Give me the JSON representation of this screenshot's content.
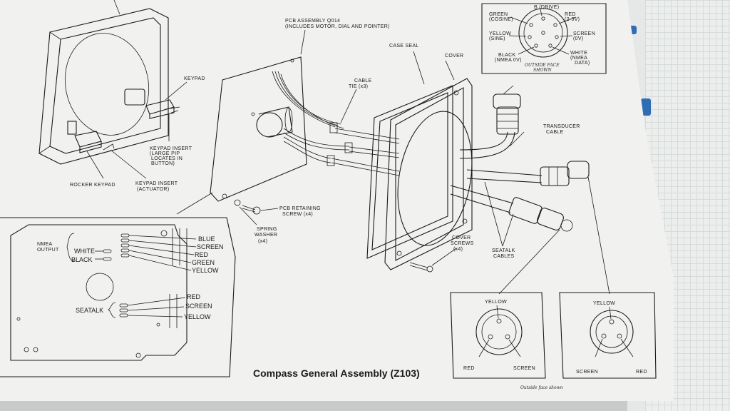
{
  "diagram": {
    "caption": "Compass General Assembly (Z103)",
    "callouts": {
      "pcb_assembly": [
        "PCB ASSEMBLY Q014",
        "(INCLUDES MOTOR, DIAL AND POINTER)"
      ],
      "keypad": "KEYPAD",
      "case_seal": "CASE SEAL",
      "cover": "COVER",
      "cable_tie": [
        "CABLE",
        "TIE (x3)"
      ],
      "keypad_insert_large": [
        "KEYPAD INSERT",
        "(LARGE PIP",
        "LOCATES IN",
        "BUTTON)"
      ],
      "rocker_keypad": "ROCKER KEYPAD",
      "keypad_insert_actuator": [
        "KEYPAD INSERT",
        "(ACTUATOR)"
      ],
      "pcb_retaining_screw": [
        "PCB RETAINING",
        "SCREW (x4)"
      ],
      "spring_washer": [
        "SPRING",
        "WASHER",
        "(x4)"
      ],
      "transducer_cable": [
        "TRANSDUCER",
        "CABLE"
      ],
      "cover_screws": [
        "COVER",
        "SCREWS",
        "(x4)"
      ],
      "seatalk_cables": [
        "SEATALK",
        "CABLES"
      ]
    },
    "connector_pins": {
      "top": "B (DRIVE)",
      "green": [
        "GREEN",
        "(COSINE)"
      ],
      "red": [
        "RED",
        "(2-5V)"
      ],
      "yellow": [
        "YELLOW",
        "(SINE)"
      ],
      "screen": [
        "SCREEN",
        "(0V)"
      ],
      "black": [
        "BLACK",
        "(NMEA 0V)"
      ],
      "white": [
        "WHITE",
        "(NMEA",
        "DATA)"
      ],
      "note": [
        "OUTSIDE FACE",
        "SHOWN"
      ]
    },
    "pcb_wiring": {
      "nmea_output": [
        "NMEA",
        "OUTPUT"
      ],
      "white": "WHITE",
      "black": "BLACK",
      "top_wires": [
        "BLUE",
        "SCREEN",
        "RED",
        "GREEN",
        "YELLOW"
      ],
      "seatalk": "SEATALK",
      "seatalk_wires": [
        "RED",
        "SCREEN",
        "YELLOW"
      ]
    },
    "seatalk_plug_left": {
      "yellow": "YELLOW",
      "red": "RED",
      "screen": "SCREEN"
    },
    "seatalk_plug_right": {
      "yellow": "YELLOW",
      "screen": "SCREEN",
      "red": "RED"
    },
    "handwritten_note": "Outside face shown"
  }
}
